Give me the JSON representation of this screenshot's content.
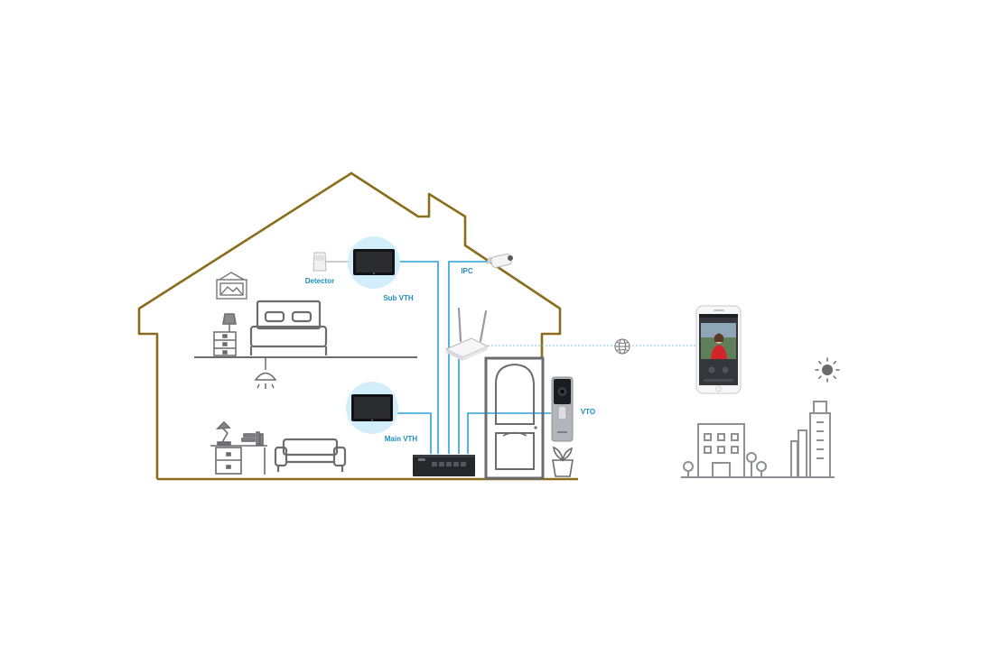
{
  "labels": {
    "detector": "Detector",
    "sub_vth": "Sub VTH",
    "ipc": "IPC",
    "main_vth": "Main VTH",
    "vto": "VTO"
  },
  "icons": {
    "house": "house-outline-icon",
    "detector": "detector-icon",
    "sub_vth": "monitor-icon",
    "main_vth": "monitor-icon",
    "ipc": "bullet-camera-icon",
    "router": "wifi-router-icon",
    "switch": "network-switch-icon",
    "door": "door-icon",
    "vto": "door-station-icon",
    "globe": "globe-icon",
    "phone": "smartphone-icon",
    "sun": "sun-icon",
    "buildings": "city-buildings-icon"
  },
  "colors": {
    "house_outline": "#8a6d1c",
    "cable": "#29a3d6",
    "monitor_halo": "#d2eefb",
    "icon_gray": "#6b6b70",
    "label": "#1e8fc0"
  }
}
